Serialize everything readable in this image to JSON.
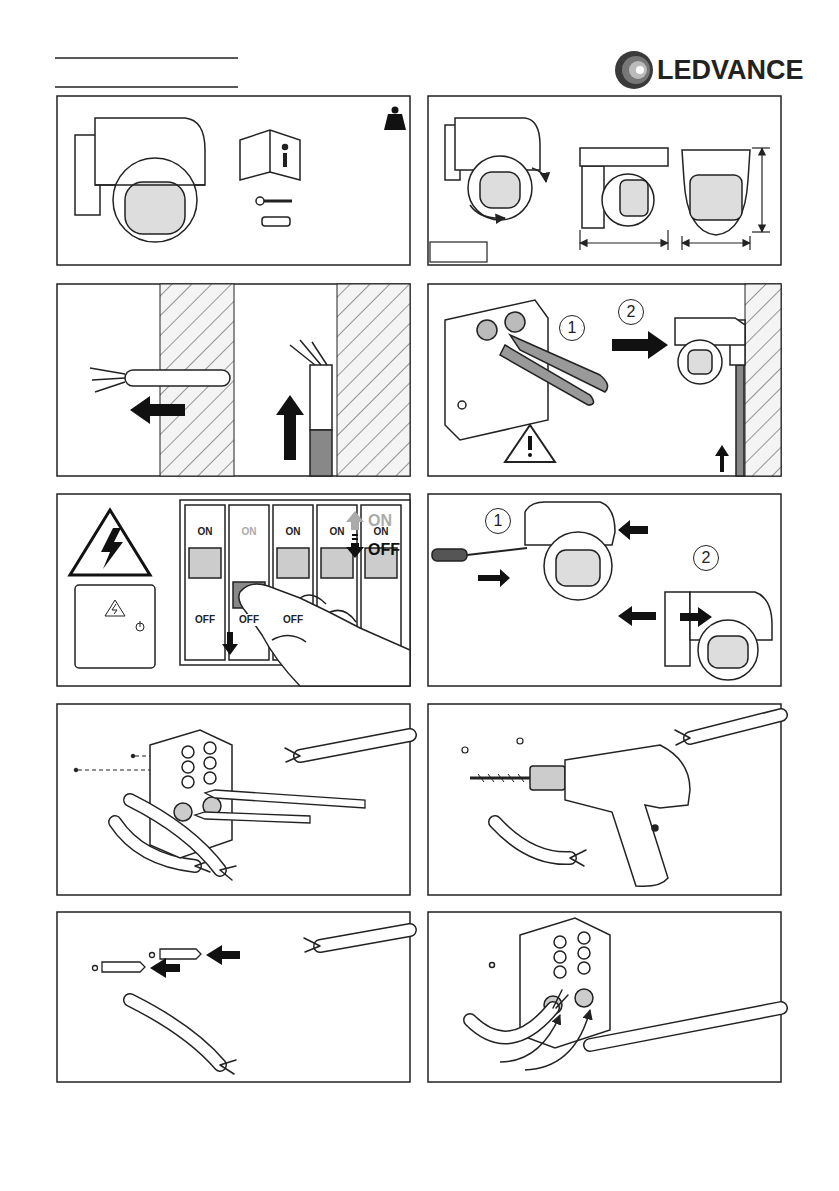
{
  "diagram": {
    "nodes": [
      {
        "text": [
          "1"
        ]
      },
      {
        "text": [
          "2"
        ]
      },
      {
        "text": [
          "1"
        ]
      },
      {
        "text": [
          "2"
        ]
      }
    ],
    "labels": [
      "LEDVANCE",
      "ON",
      "ON",
      "ON",
      "ON",
      "ON",
      "OFF",
      "OFF",
      "OFF",
      "ON",
      "OFF"
    ]
  }
}
